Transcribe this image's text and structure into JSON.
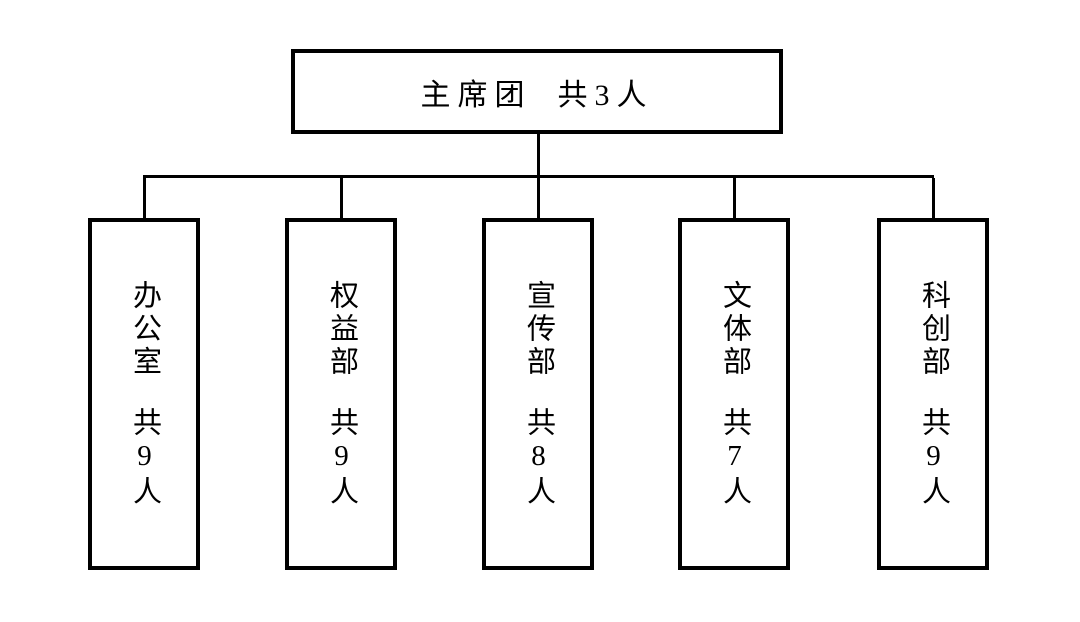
{
  "org_chart": {
    "title_hint": "student-union organization chart",
    "root": {
      "name": "主席团",
      "count": "共3人"
    },
    "departments": [
      {
        "name": "办公室",
        "count": "共9人"
      },
      {
        "name": "权益部",
        "count": "共9人"
      },
      {
        "name": "宣传部",
        "count": "共8人"
      },
      {
        "name": "文体部",
        "count": "共7人"
      },
      {
        "name": "科创部",
        "count": "共9人"
      }
    ],
    "colors": {
      "line": "#000000",
      "text": "#000000",
      "background": "#ffffff"
    }
  }
}
